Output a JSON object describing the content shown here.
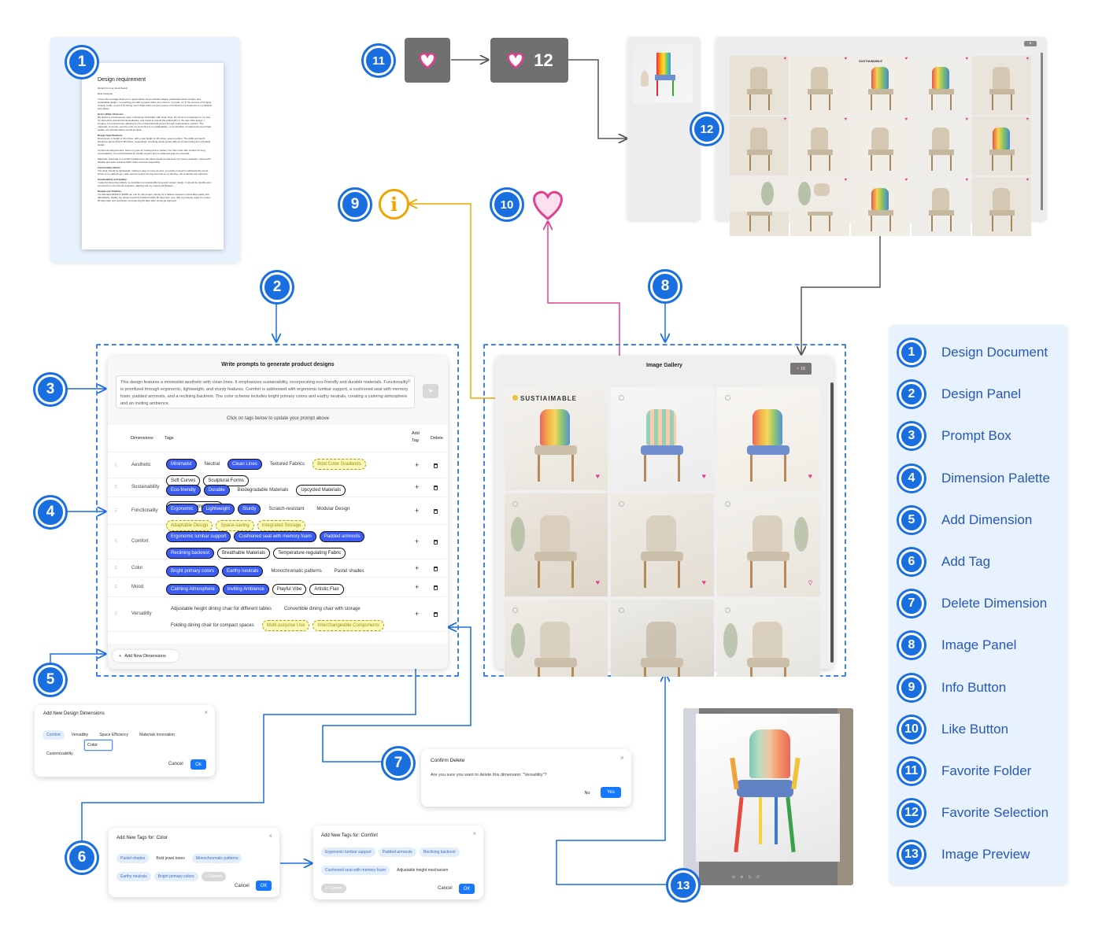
{
  "doc": {
    "title": "Design requirement",
    "email_note": "(Email from our client David)",
    "greeting": "Dear Designer,",
    "paragraphs": [
      "I hope this message finds you in great spirits. As an architect deeply passionate about modern and sustainable design, I'm reaching out with a project that's very close to my heart. I'm in the process of bringing a vision to life—a set of 10 dining room chairs that's not just a piece of furniture but a testament to my lifestyle and values.",
      "Here's What I Envision:",
      "My dream is contemporary style, embracing minimalism with clean lines. My home is a testament to my love for clean lines and functional aesthetics, and I seek to extend this philosophy to the new chair design. I imagine 4-4 neutral tones, allowing for the occasional bold accent through customization options. The materials, of course, need to echo my commitment to sustainability—a combination of natural wood and high-quality, eco-friendly fabrics would be ideal.",
      "Design Specifications:",
      "Dimensions: A height of 30 inches, with a seat height of 18 inches, seems perfect. The width and depth should be about 18 and 18 inches, respectively, providing ample space without compromising the minimalist design.",
      "Comfort and Ergonomics: Given my love for hosting dinner parties, the chair must offer comfort for long conversations. A curved backrest for lumbar support and a cushioned seat are essential.",
      "Materials: Solid oak or a similar hardwood for the frame would complement my home's aesthetic, paired with durable and stain-resistant fabric that's sourced responsibly.",
      "Functionality Needs:",
      "The chair should be lightweight, making it easy to move around, yet sturdy enough to withstand the sound chaos of my gatherings. I also need to ensure the feet are kind to my flooring—let scratches are welcome.",
      "Sustainability and Quality:",
      "I value furniture that reflects my dedication to sustainable living and modern design. It should be durable and sourced from eco-friendly suppliers, aligning with my values and lifestyle.",
      "Budget and Timeline:",
      "I've allocated $1500 to $1800 per unit for this project, aiming for a balance between impeccable quality and affordability. Ideally, the design would be finalized within 30 days from now, with a prototype ready for review 60 days later and production commencing 90 days after prototype approval."
    ]
  },
  "favorite": {
    "count": "12",
    "gallery_badge": "10"
  },
  "design_panel": {
    "title": "Write prompts to generate product designs",
    "prompt": "This design features a minimalist aesthetic with clean lines. It emphasizes sustainability, incorporating eco-friendly and durable materials. Functionality is prioritized through ergonomic, lightweight, and sturdy features. Comfort is addressed with ergonomic lumbar support, a cushioned seat with memory foam, padded armrests, and a reclining backrest. The color scheme includes bright primary colors and earthy neutrals, creating a calming atmosphere and an inviting ambience.",
    "hint": "Click on tags below to update your prompt above",
    "col_dimensions": "Dimensions",
    "col_tags": "Tags",
    "col_add": "Add Tag",
    "col_delete": "Delete",
    "add_dimension": "Add New Dimensions",
    "rows": [
      {
        "dim": "Aesthetic",
        "tags": [
          [
            "Minimalist",
            "b"
          ],
          [
            "Neutral",
            "n"
          ],
          [
            "Clean Lines",
            "b"
          ],
          [
            "Textured Fabrics",
            "n"
          ],
          [
            "Bold Color Gradients",
            "y"
          ],
          [
            "Soft Curves",
            "o"
          ],
          [
            "Sculptural Forms",
            "o"
          ]
        ]
      },
      {
        "dim": "Sustainability",
        "tags": [
          [
            "Eco-friendly",
            "b"
          ],
          [
            "Durable",
            "b"
          ],
          [
            "Biodegradable Materials",
            "n"
          ],
          [
            "Upcycled Materials",
            "o"
          ],
          [
            "Recycled Components",
            "o"
          ]
        ]
      },
      {
        "dim": "Functionality",
        "tags": [
          [
            "Ergonomic",
            "b"
          ],
          [
            "Lightweight",
            "b"
          ],
          [
            "Sturdy",
            "b"
          ],
          [
            "Scratch-resistant",
            "n"
          ],
          [
            "Modular Design",
            "n"
          ],
          [
            "Adaptable Design",
            "y"
          ],
          [
            "Space-saving",
            "y"
          ],
          [
            "Integrated Storage",
            "y"
          ]
        ]
      },
      {
        "dim": "Comfort",
        "tags": [
          [
            "Ergonomic lumbar support",
            "b"
          ],
          [
            "Cushioned seat with memory foam",
            "b"
          ],
          [
            "Padded armrests",
            "b"
          ],
          [
            "Reclining backrest",
            "b"
          ],
          [
            "Breathable Materials",
            "o"
          ],
          [
            "Temperature-regulating Fabric",
            "o"
          ]
        ]
      },
      {
        "dim": "Color",
        "tags": [
          [
            "Bright primary colors",
            "b"
          ],
          [
            "Earthy neutrals",
            "b"
          ],
          [
            "Monochromatic patterns",
            "n"
          ],
          [
            "Pastel shades",
            "n"
          ]
        ]
      },
      {
        "dim": "Mood",
        "tags": [
          [
            "Calming Atmosphere",
            "b"
          ],
          [
            "Inviting Ambience",
            "b"
          ],
          [
            "Playful Vibe",
            "o"
          ],
          [
            "Artistic Flair",
            "o"
          ]
        ]
      },
      {
        "dim": "Versatility",
        "tags": [
          [
            "Adjustable height dining chair for different tables",
            "n"
          ],
          [
            "Convertible dining chair with storage",
            "n"
          ],
          [
            "Folding dining chair for compact spaces",
            "n"
          ],
          [
            "Multi-purpose Use",
            "y"
          ],
          [
            "Interchangeable Components",
            "y"
          ]
        ]
      }
    ]
  },
  "gallery": {
    "title": "Image Gallery",
    "poster_text": "SUSTIAIMABLE"
  },
  "fav_selection": {
    "poster_text": "SUSTIAIMABLE"
  },
  "add_dim_dialog": {
    "title": "Add New Design Dimensions",
    "tags": [
      "Comfort",
      "Versatility",
      "Space Efficiency",
      "Materials Innovation",
      "Customizability"
    ],
    "input_value": "Color",
    "cancel": "Cancel",
    "ok": "Ok"
  },
  "confirm_dialog": {
    "title": "Confirm Delete",
    "message": "Are you sure you want to delete this dimension: \"Versatility\"?",
    "no": "No",
    "yes": "Yes"
  },
  "add_tag_color": {
    "title": "Add New Tags for: Color",
    "tags": [
      [
        "Pastel shades",
        "b"
      ],
      [
        "Bold jewel tones",
        "p"
      ],
      [
        "Monochromatic patterns",
        "b"
      ],
      [
        "Earthy neutrals",
        "b"
      ],
      [
        "Bright primary colors",
        "b"
      ],
      [
        "+ Custom",
        "g"
      ]
    ],
    "cancel": "Cancel",
    "ok": "OK"
  },
  "add_tag_comfort": {
    "title": "Add New Tags for: Comfort",
    "tags": [
      [
        "Ergonomic lumbar support",
        "b"
      ],
      [
        "Padded armrests",
        "b"
      ],
      [
        "Reclining backrest",
        "b"
      ],
      [
        "Cushioned seat with memory foam",
        "b"
      ],
      [
        "Adjustable height mechanism",
        "p"
      ],
      [
        "+ Custom",
        "g"
      ]
    ],
    "cancel": "Cancel",
    "ok": "OK"
  },
  "legend": [
    {
      "n": "1",
      "label": "Design Document"
    },
    {
      "n": "2",
      "label": "Design Panel"
    },
    {
      "n": "3",
      "label": "Prompt Box"
    },
    {
      "n": "4",
      "label": "Dimension Palette"
    },
    {
      "n": "5",
      "label": "Add Dimension"
    },
    {
      "n": "6",
      "label": "Add Tag"
    },
    {
      "n": "7",
      "label": "Delete Dimension"
    },
    {
      "n": "8",
      "label": "Image Panel"
    },
    {
      "n": "9",
      "label": "Info Button"
    },
    {
      "n": "10",
      "label": "Like Button"
    },
    {
      "n": "11",
      "label": "Favorite Folder"
    },
    {
      "n": "12",
      "label": "Favorite Selection"
    },
    {
      "n": "13",
      "label": "Image Preview"
    }
  ],
  "markers": [
    "1",
    "2",
    "3",
    "4",
    "5",
    "6",
    "7",
    "8",
    "9",
    "10",
    "11",
    "12",
    "13"
  ],
  "colors": {
    "accent": "#1a6fe0",
    "like": "#e0408f",
    "info": "#f0a500",
    "tag_selected": "#3b5cf5",
    "tag_suggested": "#fbf9b9"
  }
}
